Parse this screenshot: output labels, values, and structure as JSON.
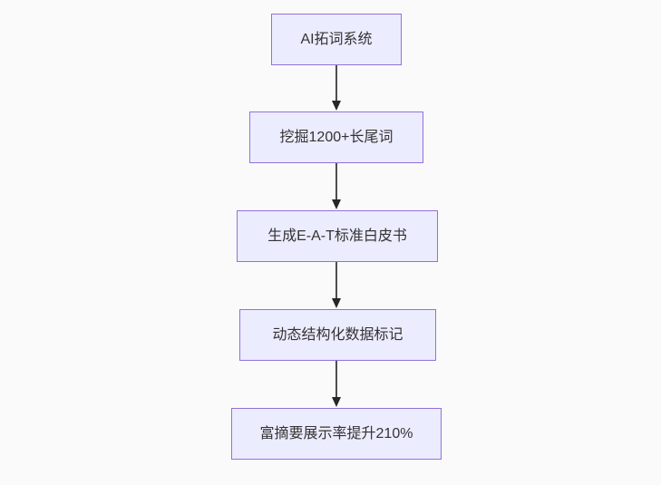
{
  "flowchart": {
    "type": "flowchart",
    "direction": "top-down",
    "nodes": [
      {
        "id": "node-1",
        "label": "AI拓词系统"
      },
      {
        "id": "node-2",
        "label": "挖掘1200+长尾词"
      },
      {
        "id": "node-3",
        "label": "生成E-A-T标准白皮书"
      },
      {
        "id": "node-4",
        "label": "动态结构化数据标记"
      },
      {
        "id": "node-5",
        "label": "富摘要展示率提升210%"
      }
    ],
    "edges": [
      {
        "from": "node-1",
        "to": "node-2",
        "style": "solid-arrow"
      },
      {
        "from": "node-2",
        "to": "node-3",
        "style": "solid-arrow"
      },
      {
        "from": "node-3",
        "to": "node-4",
        "style": "solid-arrow"
      },
      {
        "from": "node-4",
        "to": "node-5",
        "style": "solid-arrow"
      }
    ],
    "colors": {
      "background": "#fafafa",
      "node_fill": "#ececff",
      "node_border": "#9370db",
      "node_text": "#333333",
      "arrow_line": "#4d4d4d",
      "arrow_head": "#262626"
    }
  }
}
